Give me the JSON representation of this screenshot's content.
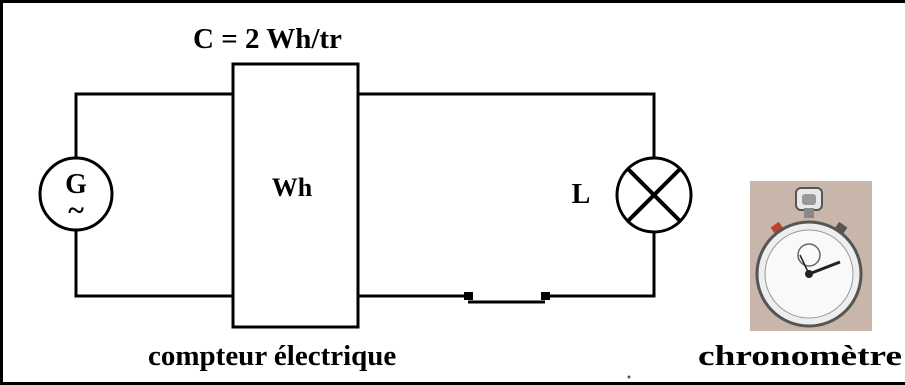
{
  "diagram": {
    "constant_label": "C = 2 Wh/tr",
    "generator": {
      "label": "G",
      "symbol": "~"
    },
    "meter": {
      "label": "Wh",
      "caption": "compteur électrique"
    },
    "lamp": {
      "label": "L"
    },
    "stopwatch": {
      "caption": "chronomètre"
    }
  }
}
